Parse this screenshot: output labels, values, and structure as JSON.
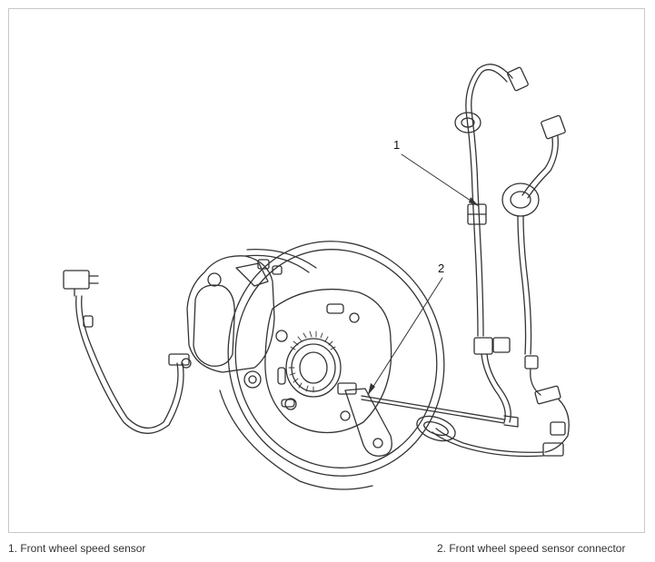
{
  "callouts": [
    {
      "number": "1"
    },
    {
      "number": "2"
    }
  ],
  "captions": [
    {
      "text": "1. Front wheel speed sensor"
    },
    {
      "text": "2. Front wheel speed sensor connector"
    }
  ]
}
